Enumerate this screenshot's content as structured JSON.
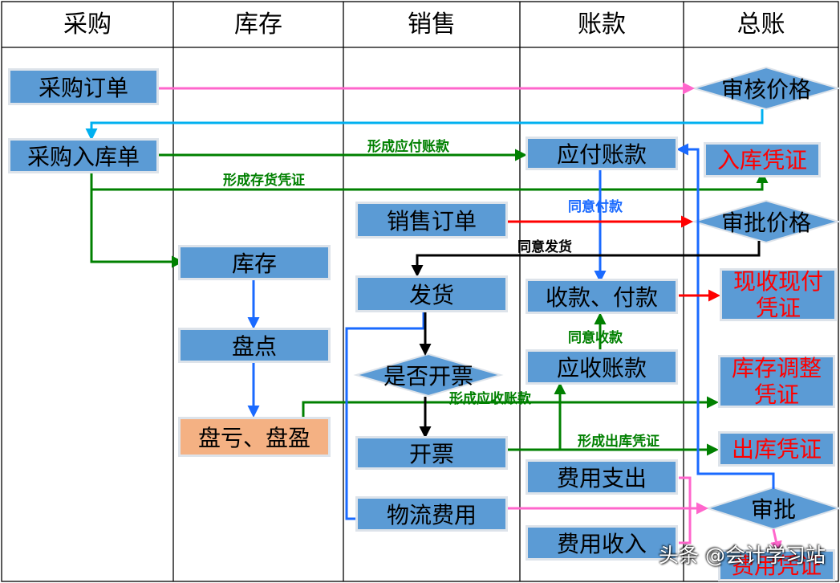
{
  "lanes": [
    "采购",
    "库存",
    "销售",
    "账款",
    "总账"
  ],
  "nodes": {
    "purchase_order": "采购订单",
    "purchase_inbound": "采购入库单",
    "inventory": "库存",
    "stocktake": "盘点",
    "gain_loss": "盘亏、盘盈",
    "sales_order": "销售订单",
    "shipping": "发货",
    "invoice_decision": "是否开票",
    "invoicing": "开票",
    "logistics_cost": "物流费用",
    "accounts_payable": "应付账款",
    "collect_pay": "收款、付款",
    "accounts_receivable": "应收账款",
    "expense_out": "费用支出",
    "expense_in": "费用收入",
    "review_price": "审核价格",
    "approve_price": "审批价格",
    "approve": "审批"
  },
  "vouchers": {
    "inbound": "入库凭证",
    "cash_line1": "现收现付",
    "cash_line2": "凭证",
    "adjust_line1": "库存调整",
    "adjust_line2": "凭证",
    "outbound": "出库凭证",
    "expense": "费用凭证"
  },
  "edge_labels": {
    "form_payable": "形成应付账款",
    "form_stock_voucher": "形成存货凭证",
    "agree_pay": "同意付款",
    "agree_ship": "同意发货",
    "agree_collect": "同意收款",
    "form_receivable": "形成应收账款",
    "form_outbound_voucher": "形成出库凭证"
  },
  "watermark": "头条 @会计学习站",
  "colors": {
    "box_fill": "#5b9bd5",
    "box_border": "#dde3ea",
    "salmon_fill": "#f4b183",
    "voucher_text": "#ff0000",
    "pink": "#ff66cc",
    "cyan": "#00b0f0",
    "green": "#008000",
    "blue": "#1a6aff",
    "red": "#ff0000",
    "black": "#000000"
  }
}
